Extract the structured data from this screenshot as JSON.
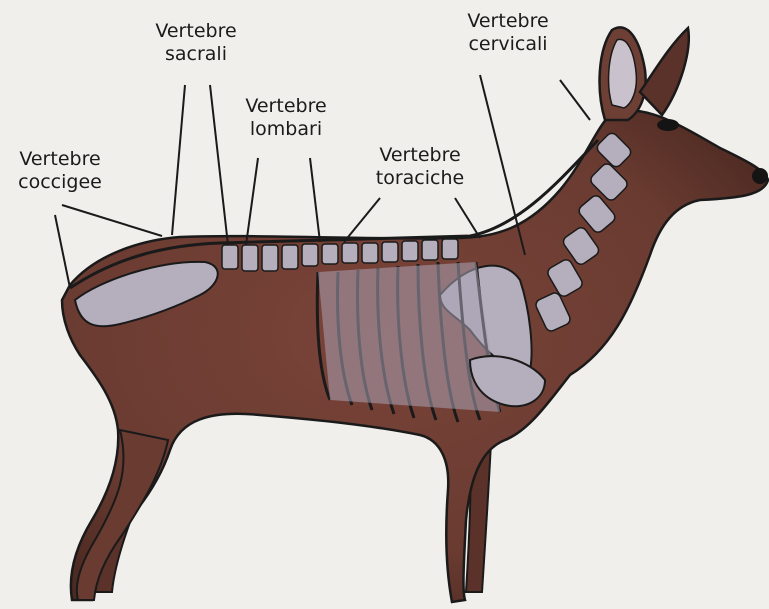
{
  "labels": {
    "cervicali": {
      "line1": "Vertebre",
      "line2": "cervicali"
    },
    "sacrali": {
      "line1": "Vertebre",
      "line2": "sacrali"
    },
    "lombari": {
      "line1": "Vertebre",
      "line2": "lombari"
    },
    "toraciche": {
      "line1": "Vertebre",
      "line2": "toraciche"
    },
    "coccigee": {
      "line1": "Vertebre",
      "line2": "coccigee"
    }
  },
  "colors": {
    "background": "#f1efeb",
    "coat": "#6e3f34",
    "coat_dark": "#4e2a22",
    "bone_fill": "#b4aebd",
    "bone_outline": "#1a1a1a",
    "leader_line": "#1a1a1a"
  }
}
